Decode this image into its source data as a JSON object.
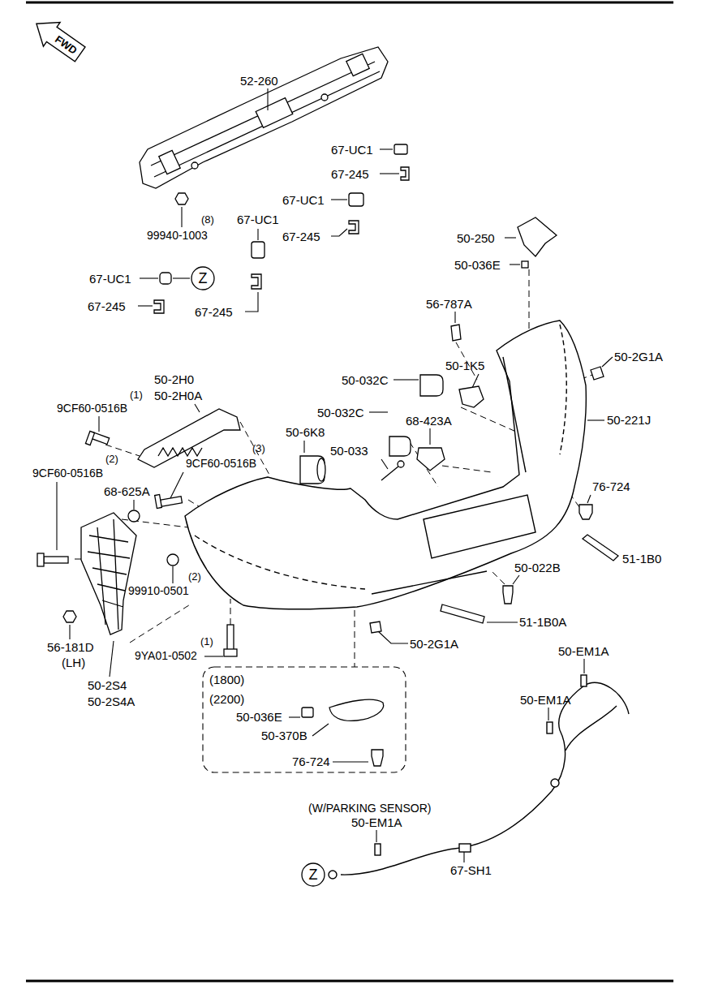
{
  "diagram": {
    "nodes": [
      {
        "text": [
          "FWD"
        ]
      },
      {
        "text": [
          "Z"
        ]
      },
      {
        "text": [
          "Z"
        ]
      }
    ],
    "labels": [
      "52-260",
      "67-UC1",
      "67-245",
      "67-UC1",
      "67-UC1",
      "(8)",
      "99940-1003",
      "67-245",
      "50-250",
      "50-036E",
      "67-UC1",
      "56-787A",
      "67-245",
      "67-245",
      "50-2G1A",
      "50-1K5",
      "50-2H0",
      "50-032C",
      "50-2H0A",
      "(1)",
      "9CF60-0516B",
      "50-032C",
      "50-221J",
      "68-423A",
      "50-6K8",
      "50-033",
      "(3)",
      "(2)",
      "9CF60-0516B",
      "9CF60-0516B",
      "76-724",
      "68-625A",
      "51-1B0",
      "50-022B",
      "(2)",
      "99910-0501",
      "51-1B0A",
      "50-2G1A",
      "(1)",
      "56-181D",
      "50-EM1A",
      "9YA01-0502",
      "(LH)",
      "(1800)",
      "50-2S4",
      "(2200)",
      "50-EM1A",
      "50-2S4A",
      "50-036E",
      "50-370B",
      "76-724",
      "(W/PARKING SENSOR)",
      "50-EM1A",
      "67-SH1"
    ]
  }
}
